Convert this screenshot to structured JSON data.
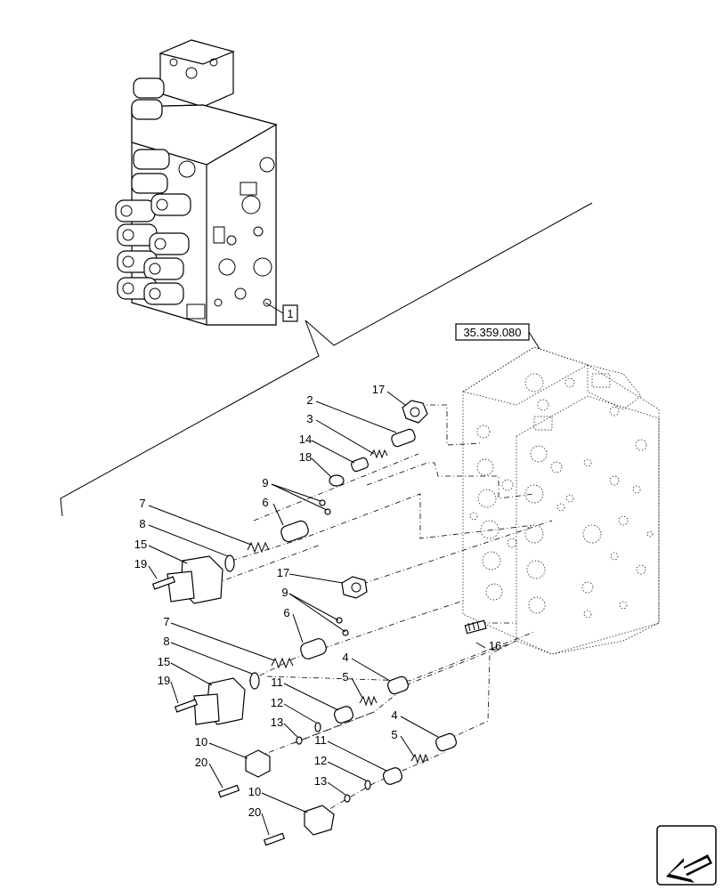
{
  "diagram": {
    "reference_box": {
      "text": "35.359.080"
    },
    "callout_box": {
      "text": "1"
    },
    "labels": [
      {
        "id": "lbl-17a",
        "text": "17"
      },
      {
        "id": "lbl-2",
        "text": "2"
      },
      {
        "id": "lbl-3",
        "text": "3"
      },
      {
        "id": "lbl-14",
        "text": "14"
      },
      {
        "id": "lbl-18",
        "text": "18"
      },
      {
        "id": "lbl-9a",
        "text": "9"
      },
      {
        "id": "lbl-6a",
        "text": "6"
      },
      {
        "id": "lbl-7a",
        "text": "7"
      },
      {
        "id": "lbl-8a",
        "text": "8"
      },
      {
        "id": "lbl-15a",
        "text": "15"
      },
      {
        "id": "lbl-19a",
        "text": "19"
      },
      {
        "id": "lbl-17b",
        "text": "17"
      },
      {
        "id": "lbl-9b",
        "text": "9"
      },
      {
        "id": "lbl-6b",
        "text": "6"
      },
      {
        "id": "lbl-7b",
        "text": "7"
      },
      {
        "id": "lbl-8b",
        "text": "8"
      },
      {
        "id": "lbl-15b",
        "text": "15"
      },
      {
        "id": "lbl-19b",
        "text": "19"
      },
      {
        "id": "lbl-16",
        "text": "16"
      },
      {
        "id": "lbl-4a",
        "text": "4"
      },
      {
        "id": "lbl-5a",
        "text": "5"
      },
      {
        "id": "lbl-11a",
        "text": "11"
      },
      {
        "id": "lbl-12a",
        "text": "12"
      },
      {
        "id": "lbl-13a",
        "text": "13"
      },
      {
        "id": "lbl-10a",
        "text": "10"
      },
      {
        "id": "lbl-20a",
        "text": "20"
      },
      {
        "id": "lbl-4b",
        "text": "4"
      },
      {
        "id": "lbl-5b",
        "text": "5"
      },
      {
        "id": "lbl-11b",
        "text": "11"
      },
      {
        "id": "lbl-12b",
        "text": "12"
      },
      {
        "id": "lbl-13b",
        "text": "13"
      },
      {
        "id": "lbl-10b",
        "text": "10"
      },
      {
        "id": "lbl-20b",
        "text": "20"
      }
    ],
    "nav_icon": "arrow-left-down-icon"
  }
}
